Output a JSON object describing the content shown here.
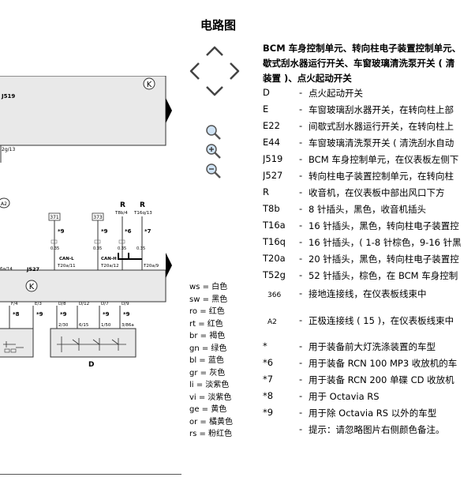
{
  "title": "电路图",
  "heading_lines": [
    "BCM 车身控制单元、转向柱电子装置控制单元、",
    "歇式刮水器运行开关、车窗玻璃清洗泵开关 ( 清",
    "装置 )、点火起动开关"
  ],
  "components": [
    {
      "code": "D",
      "desc": "点火起动开关"
    },
    {
      "code": "E",
      "desc": "车窗玻璃刮水器开关，在转向柱上部"
    },
    {
      "code": "E22",
      "desc": "间歇式刮水器运行开关，在转向柱上"
    },
    {
      "code": "E44",
      "desc": "车窗玻璃清洗泵开关 ( 清洗刮水自动"
    },
    {
      "code": "J519",
      "desc": "BCM 车身控制单元，在仪表板左侧下"
    },
    {
      "code": "J527",
      "desc": "转向柱电子装置控制单元，在转向柱"
    },
    {
      "code": "R",
      "desc": "收音机，在仪表板中部出风口下方"
    },
    {
      "code": "T8b",
      "desc": "8 针插头，黑色，收音机插头"
    },
    {
      "code": "T16a",
      "desc": "16 针插头，黑色，转向柱电子装置控"
    },
    {
      "code": "T16q",
      "desc": "16 针插头，( 1-8 针棕色，9-16 针黑"
    },
    {
      "code": "T20a",
      "desc": "20 针插头，黑色，转向柱电子装置控"
    },
    {
      "code": "T52g",
      "desc": "52 针插头，棕色，在 BCM 车身控制"
    },
    {
      "code": "366",
      "desc": "接地连接线，在仪表板线束中"
    },
    {
      "code": "A2",
      "desc": "正极连接线 ( 15 )，在仪表板线束中"
    },
    {
      "code": "*",
      "desc": "用于装备前大灯洗涤装置的车型"
    },
    {
      "code": "*6",
      "desc": "用于装备 RCN 100 MP3 收放机的车"
    },
    {
      "code": "*7",
      "desc": "用于装备 RCN 200 单碟 CD 收放机"
    },
    {
      "code": "*8",
      "desc": "用于 Octavia RS"
    },
    {
      "code": "*9",
      "desc": "用于除 Octavia RS 以外的车型"
    },
    {
      "code": "",
      "desc": "提示：请忽略图片右侧颜色备注。"
    }
  ],
  "color_legend": [
    "ws = 白色",
    "sw = 黑色",
    "ro = 红色",
    "rt = 红色",
    "br = 褐色",
    "gn = 绿色",
    "bl = 蓝色",
    "gr = 灰色",
    "li = 淡紫色",
    "vi = 淡紫色",
    "ge = 黄色",
    "or = 橘黄色",
    "rs = 粉红色"
  ],
  "diagram": {
    "k_symbol": "K",
    "j519": "J519",
    "j527": "J527",
    "a2": "A2",
    "d_label": "D",
    "r1": "R",
    "r2": "R",
    "t8b4": "T8b/4",
    "t16q13": "T16q/13",
    "b371": "371",
    "b373": "373",
    "s9a": "*9",
    "s9b": "*9",
    "s6": "*6",
    "s7": "*7",
    "s8": "*8",
    "s9c": "*9",
    "s9d": "*9",
    "s9e": "*9",
    "s9f": "*9",
    "w035a": "0.35",
    "w035b": "0.35",
    "w035c": "0.35",
    "w035d": "0.35",
    "canl": "CAN-L",
    "canh": "CAN-H",
    "t20a11": "T20a/11",
    "t20a12": "T20a/12",
    "t20a9": "T20a/9",
    "t16a14": "6a/14",
    "t2g13": "2g/13",
    "p_f4": "F/4",
    "p_e3": "E/3",
    "p_d8": "D/8",
    "p_d12": "D/12",
    "p_d7": "D/7",
    "p_d9": "D/9",
    "p_230": "2/30",
    "p_615": "6/15",
    "p_150": "1/50",
    "p_386a": "3/86a"
  }
}
